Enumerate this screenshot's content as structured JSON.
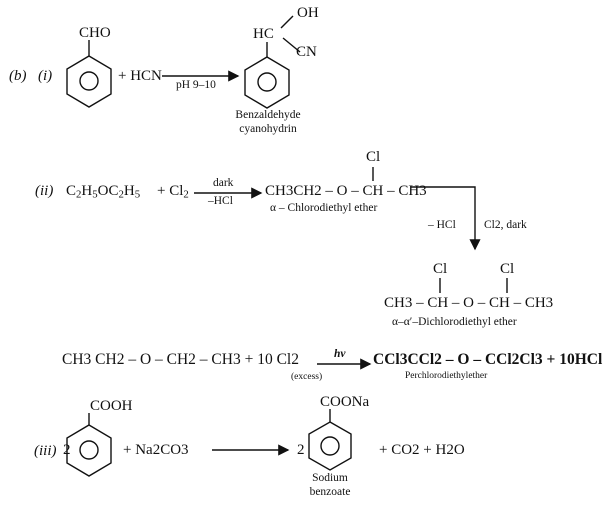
{
  "part_b": {
    "label": "(b)",
    "i": {
      "label": "(i)",
      "reactant_group": "CHO",
      "plus_reagent": "+ HCN",
      "condition": "pH 9–10",
      "product_oh": "OH",
      "product_hc": "HC",
      "product_cn": "CN",
      "product_name_line1": "Benzaldehyde",
      "product_name_line2": "cyanohydrin"
    },
    "ii": {
      "label": "(ii)",
      "reactant_1": "C",
      "reactant_1_sub1": "2",
      "reactant_1_mid": "H",
      "reactant_1_sub2": "5",
      "reactant_1_mid2": "OC",
      "reactant_1_sub3": "2",
      "reactant_1_mid3": "H",
      "reactant_1_sub4": "5",
      "plus_cl2": "+ Cl",
      "plus_cl2_sub": "2",
      "cond_top": "dark",
      "cond_bottom": "–HCl",
      "product_1": "CH3CH2 – O – CH – CH3",
      "product_1_cl": "Cl",
      "product_1_name": "α – Chlorodiethyl ether",
      "step2_left": "– HCl",
      "step2_right": "Cl2, dark",
      "product_2_cl_left": "Cl",
      "product_2_cl_right": "Cl",
      "product_2": "CH3 – CH – O – CH – CH3",
      "product_2_name": "α–α′–Dichlorodiethyl ether"
    },
    "excess": {
      "reactant": "CH3 CH2 – O – CH2 – CH3 + 10 Cl2",
      "note": "(excess)",
      "condition": "hv",
      "product": "CCl3CCl2 – O – CCl2Cl3 + 10HCl",
      "product_name": "Perchlorodiethylether"
    },
    "iii": {
      "label": "(iii)",
      "coef": "2",
      "reactant_group": "COOH",
      "plus_reagent": "+ Na2CO3",
      "product_coef": "2",
      "product_group": "COONa",
      "product_name_line1": "Sodium",
      "product_name_line2": "benzoate",
      "byproducts": "+ CO2 + H2O"
    }
  }
}
